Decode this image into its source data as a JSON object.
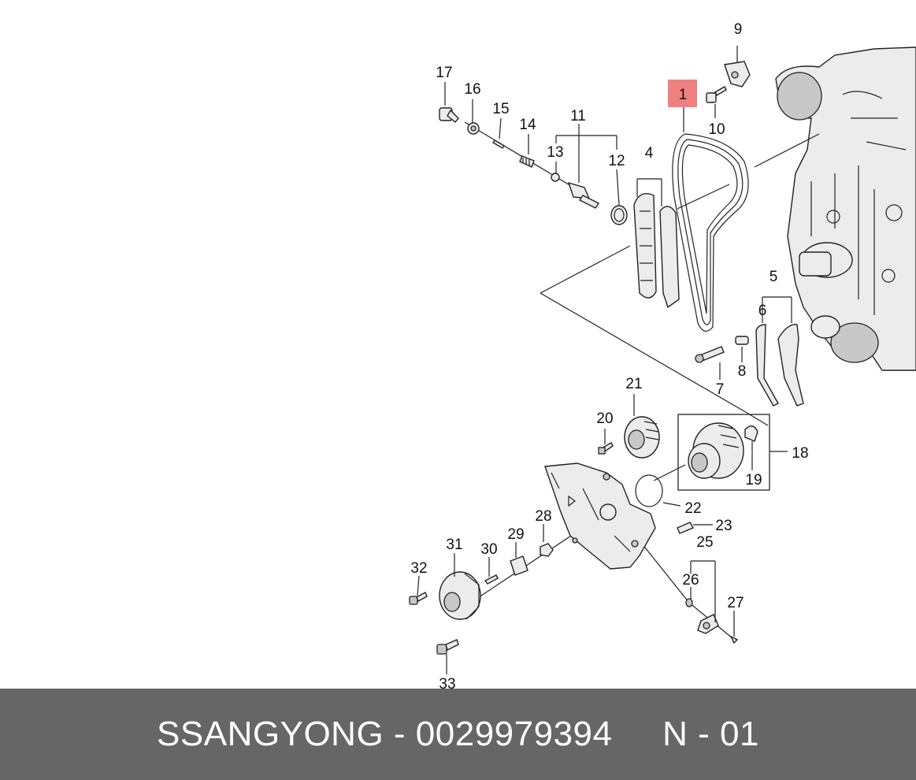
{
  "diagram": {
    "highlight_color": "#f08080",
    "callouts": [
      "1",
      "4",
      "5",
      "6",
      "7",
      "8",
      "9",
      "10",
      "11",
      "12",
      "13",
      "14",
      "15",
      "16",
      "17",
      "18",
      "19",
      "20",
      "21",
      "22",
      "23",
      "25",
      "26",
      "27",
      "28",
      "29",
      "30",
      "31",
      "32",
      "33"
    ]
  },
  "footer": {
    "brand": "SSANGYONG",
    "part_number": "0029979394",
    "index": "N - 01",
    "background": "#666666",
    "text_color": "#ffffff"
  }
}
